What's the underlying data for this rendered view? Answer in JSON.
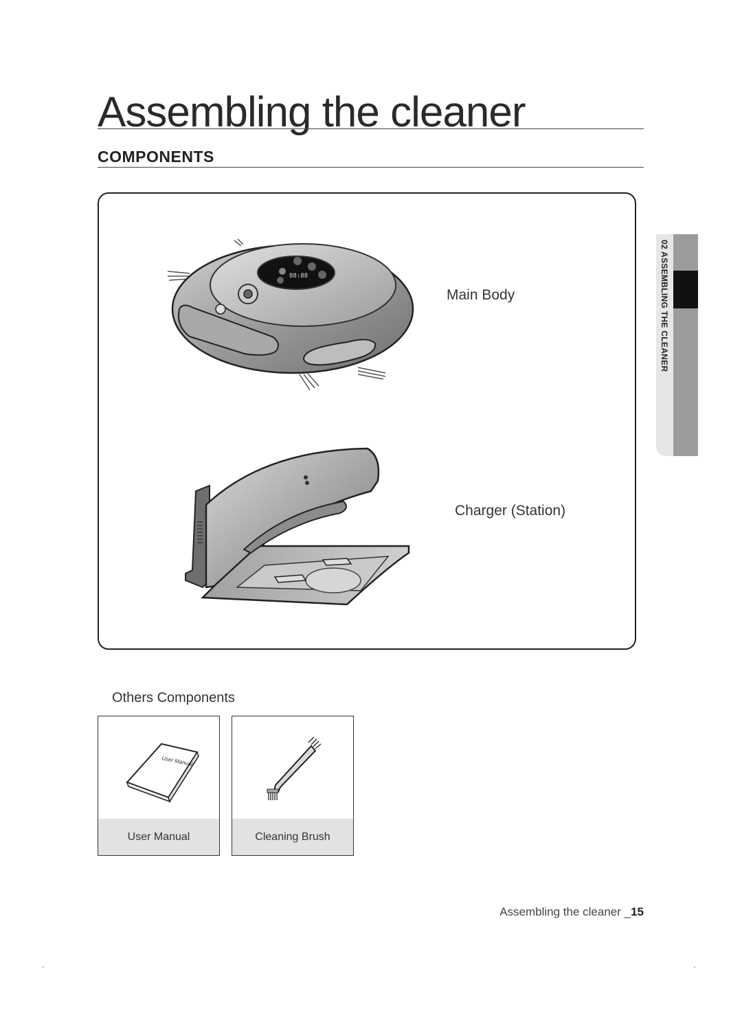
{
  "page": {
    "title": "Assembling the cleaner",
    "section_heading": "COMPONENTS",
    "side_tab_label": "02 ASSEMBLING THE CLEANER"
  },
  "components": {
    "main_body_label": "Main Body",
    "charger_label": "Charger (Station)"
  },
  "others": {
    "heading": "Others Components",
    "items": [
      {
        "label": "User Manual",
        "art_text": "User Manual"
      },
      {
        "label": "Cleaning Brush"
      }
    ]
  },
  "footer": {
    "text": "Assembling the cleaner _",
    "page_number": "15"
  }
}
